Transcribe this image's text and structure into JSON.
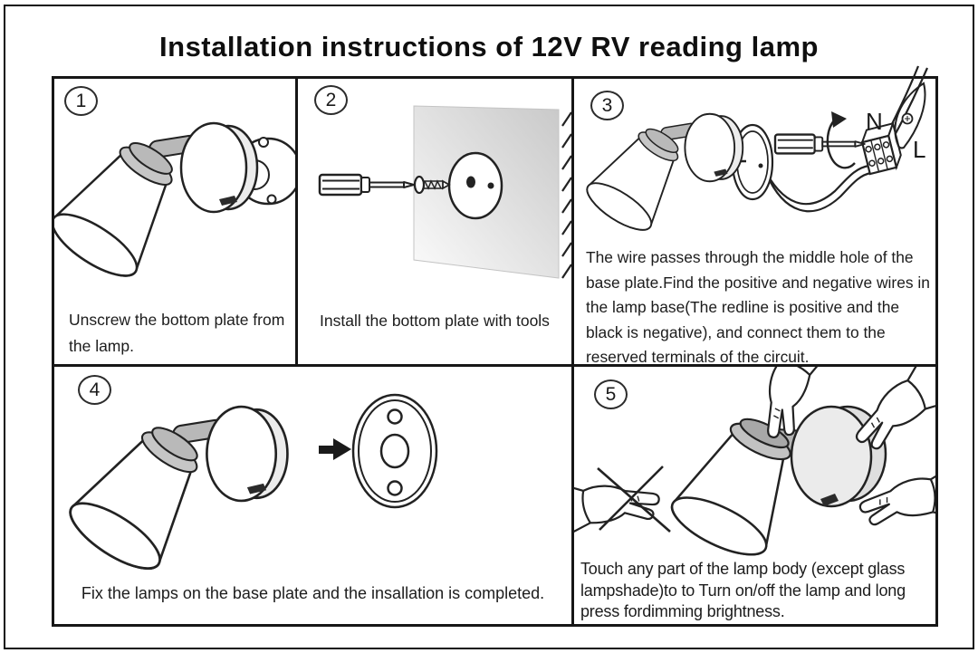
{
  "title": "Installation instructions of 12V RV reading lamp",
  "panels": [
    {
      "number": "1",
      "caption": "Unscrew the bottom plate from the lamp."
    },
    {
      "number": "2",
      "caption": "Install the bottom plate with tools"
    },
    {
      "number": "3",
      "caption": "The wire passes through the middle hole of the base plate.Find the positive and negative wires in the lamp base(The redline is positive and the black is negative), and connect them to the reserved terminals of the circuit."
    },
    {
      "number": "4",
      "caption": "Fix the lamps on the base plate and the insallation is completed."
    },
    {
      "number": "5",
      "caption": "Touch any part of the lamp body (except glass lampshade)to to Turn on/off the lamp and long press fordimming brightness."
    }
  ],
  "wiring": {
    "neutral_label": "N",
    "live_label": "L"
  },
  "colors": {
    "line": "#222222",
    "metal_gray": "#b8b8b8",
    "collar_gray": "#c6c6c6",
    "body_gray": "#ececec",
    "wall_gray": "#cdcdcd",
    "background": "#ffffff"
  }
}
